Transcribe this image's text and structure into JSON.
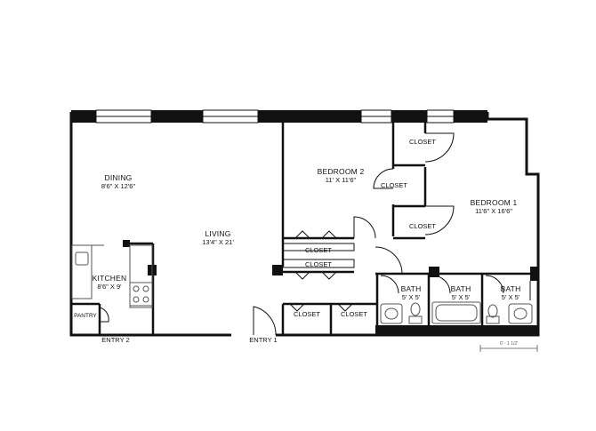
{
  "rooms": {
    "dining": {
      "name": "DINING",
      "dims": "8'6\" X 12'6\""
    },
    "living": {
      "name": "LIVING",
      "dims": "13'4\" X 21'"
    },
    "kitchen": {
      "name": "KITCHEN",
      "dims": "8'6\" X 9'"
    },
    "pantry": {
      "name": "PANTRY"
    },
    "bedroom2": {
      "name": "BEDROOM 2",
      "dims": "11' X 11'6\""
    },
    "bedroom1": {
      "name": "BEDROOM 1",
      "dims": "11'6\" X 16'6\""
    },
    "bath_a": {
      "name": "BATH",
      "dims": "5' X 5'"
    },
    "bath_b": {
      "name": "BATH",
      "dims": "5' X 5'"
    },
    "bath_c": {
      "name": "BATH",
      "dims": "5' X 5'"
    }
  },
  "closets": {
    "top": "CLOSET",
    "middle": "CLOSET",
    "lower": "CLOSET",
    "hall_upper": "CLOSET",
    "hall_lower": "CLOSET",
    "bottom_left": "CLOSET",
    "bottom_right": "CLOSET"
  },
  "entries": {
    "entry_1": "ENTRY 1",
    "entry_2": "ENTRY 2"
  },
  "scale_note": "0' - 1 1/2'",
  "colors": {
    "wall": "#111111",
    "line": "#1a1a1a",
    "fixture": "#555555",
    "background": "#ffffff"
  }
}
